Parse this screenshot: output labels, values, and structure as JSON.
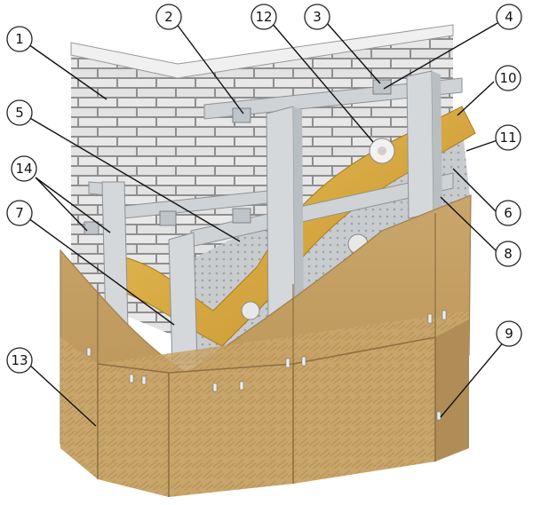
{
  "callouts": [
    {
      "id": "c1",
      "label": "1"
    },
    {
      "id": "c2",
      "label": "2"
    },
    {
      "id": "c12",
      "label": "12"
    },
    {
      "id": "c3",
      "label": "3"
    },
    {
      "id": "c4",
      "label": "4"
    },
    {
      "id": "c10",
      "label": "10"
    },
    {
      "id": "c5",
      "label": "5"
    },
    {
      "id": "c11",
      "label": "11"
    },
    {
      "id": "c14",
      "label": "14"
    },
    {
      "id": "c6",
      "label": "6"
    },
    {
      "id": "c7",
      "label": "7"
    },
    {
      "id": "c8",
      "label": "8"
    },
    {
      "id": "c9",
      "label": "9"
    },
    {
      "id": "c13",
      "label": "13"
    }
  ],
  "colors": {
    "brick": "#e6e6e6",
    "mortar": "#8f8f8f",
    "insulation": "#d8a93c",
    "membrane": "#c9cccf",
    "metal": "#cfd3d6",
    "panel": "#c8a56a",
    "panel_dark": "#a98a55"
  }
}
